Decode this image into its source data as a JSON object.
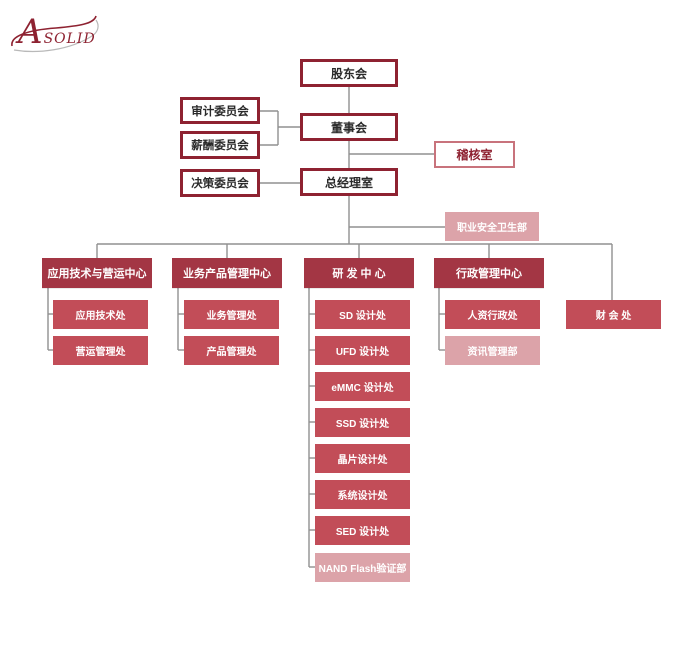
{
  "logo": {
    "text": "ASOLID"
  },
  "governance": {
    "shareholders_meeting": "股东会",
    "board_of_directors": "董事会",
    "audit_committee": "审计委员会",
    "compensation_committee": "薪酬委员会",
    "internal_audit_office": "稽核室",
    "decision_committee": "决策委员会",
    "general_manager_office": "总经理室",
    "occupational_safety_dept": "职业安全卫生部"
  },
  "centers": [
    {
      "name": "应用技术与营运中心",
      "units": [
        "应用技术处",
        "营运管理处"
      ]
    },
    {
      "name": "业务产品管理中心",
      "units": [
        "业务管理处",
        "产品管理处"
      ]
    },
    {
      "name": "研 发 中 心",
      "units": [
        "SD 设计处",
        "UFD 设计处",
        "eMMC 设计处",
        "SSD 设计处",
        "晶片设计处",
        "系统设计处",
        "SED 设计处",
        "NAND Flash验证部"
      ]
    },
    {
      "name": "行政管理中心",
      "units": [
        "人资行政处",
        "资讯管理部"
      ]
    }
  ],
  "finance_office": "财 会 处",
  "colors": {
    "border": "#8e2231",
    "center_fill": "#a33644",
    "unit_fill": "#c24d58",
    "light_fill": "#dca3a9",
    "light_border": "#c8737c",
    "line": "#909090",
    "logo": "#8e2231"
  }
}
